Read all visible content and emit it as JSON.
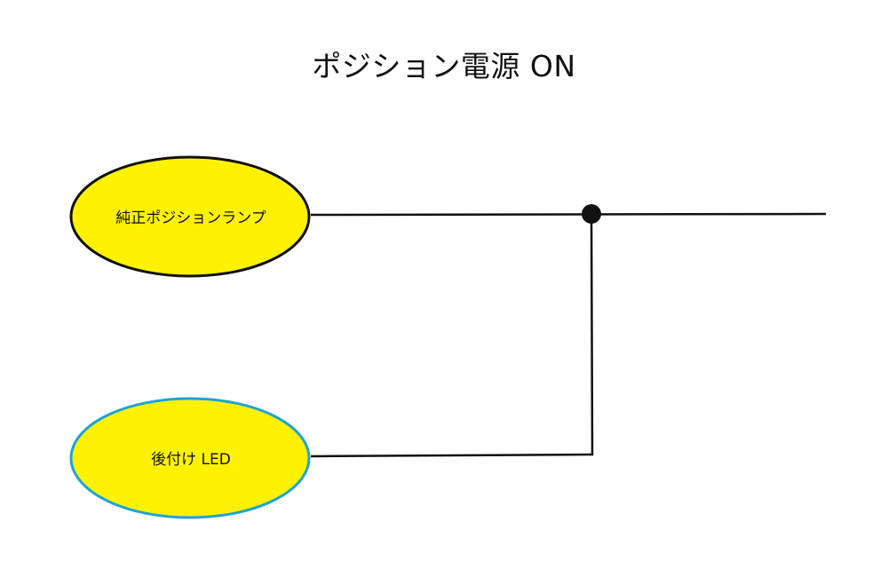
{
  "diagram": {
    "title": "ポジション電源 ON",
    "nodes": [
      {
        "label": "純正ポジションランプ",
        "fill": "#FFF200",
        "stroke": "#111111"
      },
      {
        "label": "後付け LED",
        "fill": "#FFF200",
        "stroke": "#1FA3D6"
      }
    ],
    "connections": [
      {
        "from": "純正ポジションランプ",
        "to": "junction"
      },
      {
        "from": "後付け LED",
        "to": "junction"
      },
      {
        "from": "junction",
        "to": "output"
      }
    ]
  }
}
